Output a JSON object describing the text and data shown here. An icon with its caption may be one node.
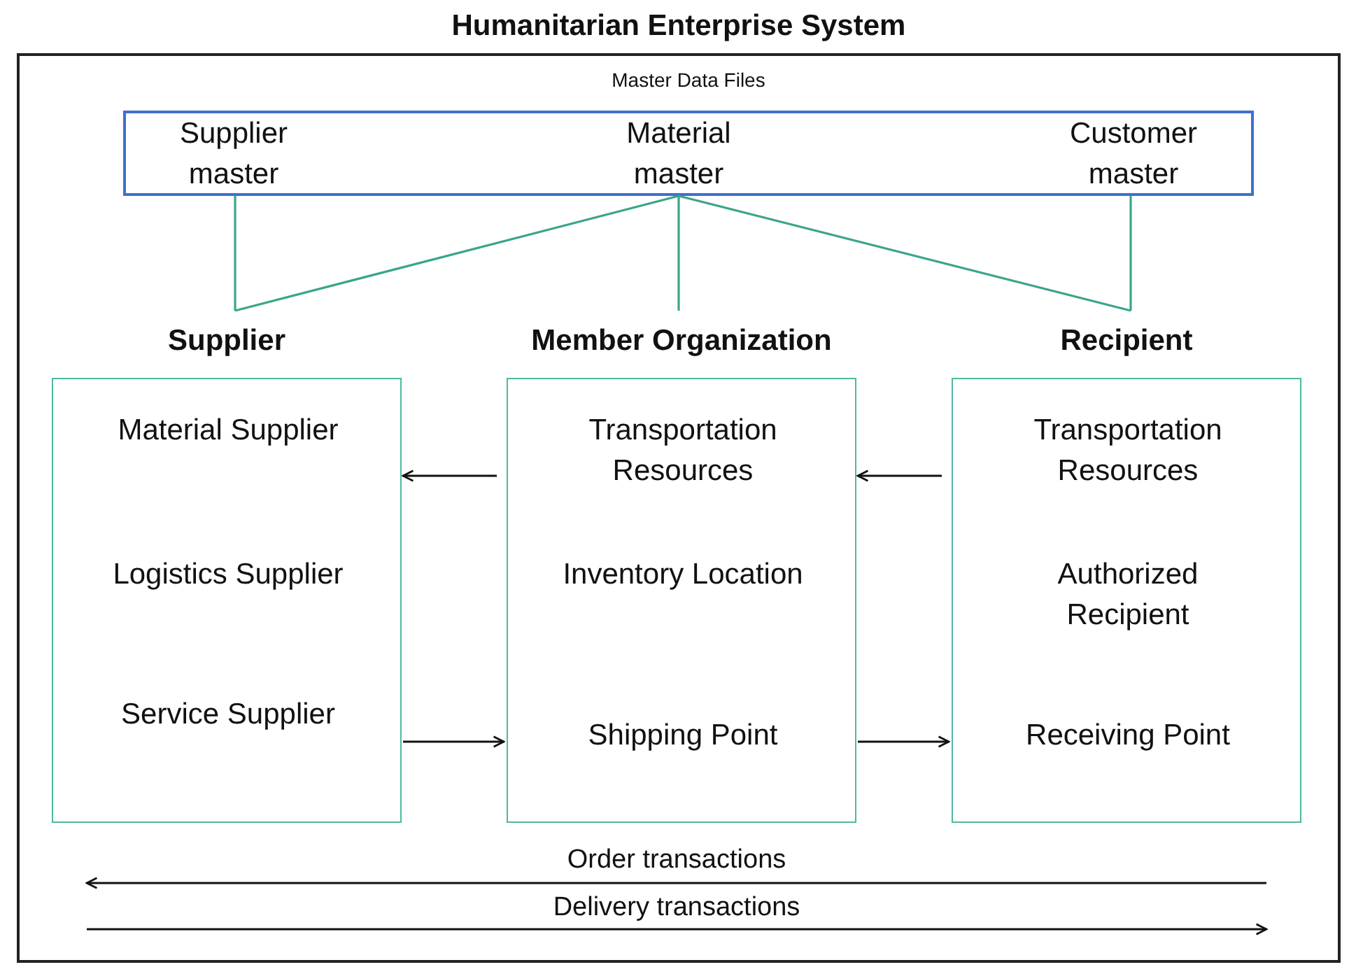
{
  "diagram": {
    "nodes": [
      {
        "text": [
          "Humanitarian Enterprise System"
        ]
      },
      {
        "text": [
          "Master Data Files",
          "Supplier master",
          "Material master",
          "Customer master"
        ],
        "in": 0
      },
      {
        "text": [
          "Supplier",
          "Material Supplier",
          "Logistics Supplier",
          "Service Supplier"
        ],
        "in": 0
      },
      {
        "text": [
          "Member Organization",
          "Transportation Resources",
          "Inventory Location",
          "Shipping Point"
        ],
        "in": 0
      },
      {
        "text": [
          "Recipient",
          "Transportation Resources",
          "Authorized Recipient",
          "Receiving Point"
        ],
        "in": 0
      }
    ],
    "edges": [
      {
        "from": 1,
        "to": 2,
        "arrow": "none"
      },
      {
        "from": 1,
        "to": 2,
        "arrow": "none"
      },
      {
        "from": 1,
        "to": 3,
        "arrow": "none"
      },
      {
        "from": 1,
        "to": 4,
        "arrow": "none"
      },
      {
        "from": 1,
        "to": 4,
        "arrow": "none"
      },
      {
        "from": 3,
        "to": 2,
        "arrow": "to",
        "color": "#111111"
      },
      {
        "from": 4,
        "to": 3,
        "arrow": "to",
        "color": "#111111"
      },
      {
        "from": 2,
        "to": 3,
        "arrow": "to",
        "color": "#111111"
      },
      {
        "from": 3,
        "to": 4,
        "arrow": "to",
        "color": "#111111"
      }
    ],
    "labels": [
      "Order transactions",
      "Delivery transactions"
    ]
  }
}
